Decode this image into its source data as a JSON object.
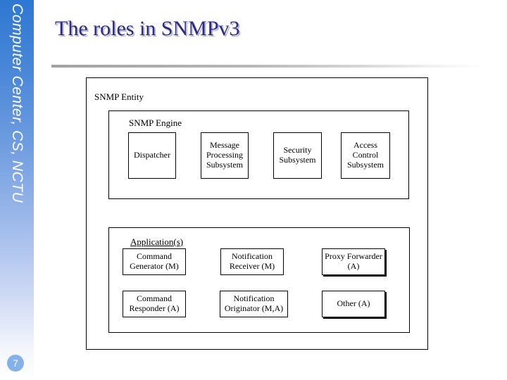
{
  "sidebar": {
    "text": "Computer Center, CS, NCTU",
    "page_number": "7"
  },
  "header": {
    "title": "The roles in SNMPv3"
  },
  "diagram": {
    "entity_label": "SNMP Entity",
    "engine": {
      "label": "SNMP Engine",
      "boxes": [
        {
          "label": "Dispatcher"
        },
        {
          "label": "Message Processing Subsystem"
        },
        {
          "label": "Security Subsystem"
        },
        {
          "label": "Access Control Subsystem"
        }
      ]
    },
    "applications": {
      "label": "Application(s)",
      "boxes": [
        {
          "label": "Command Generator (M)"
        },
        {
          "label": "Notification Receiver (M)"
        },
        {
          "label": "Proxy Forwarder (A)"
        },
        {
          "label": "Command Responder (A)"
        },
        {
          "label": "Notification Originator (M,A)"
        },
        {
          "label": "Other (A)"
        }
      ]
    }
  },
  "colors": {
    "sidebar_top": "#2e78d2",
    "sidebar_bottom": "#ffffff",
    "title_text": "#2b2b82",
    "title_shadow": "#b6b6de",
    "badge_fill": "#84b1e9",
    "divider_gray": "#a2a2a2",
    "diagram_line": "#000000"
  }
}
